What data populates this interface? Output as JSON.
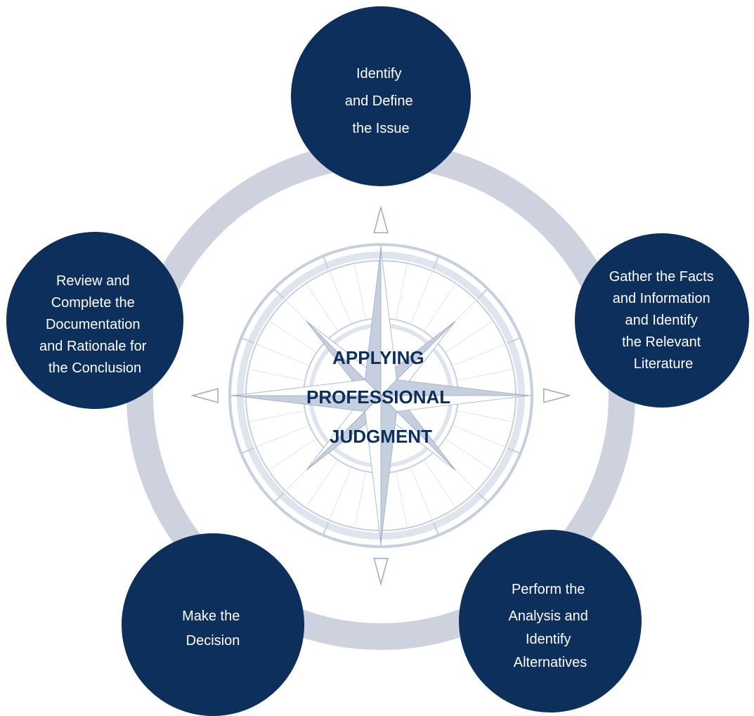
{
  "diagram": {
    "center_title_lines": [
      "APPLYING",
      "PROFESSIONAL",
      "JUDGMENT"
    ],
    "steps": [
      {
        "name": "step-identify-issue",
        "lines": [
          "Identify",
          "and Define",
          "the Issue"
        ]
      },
      {
        "name": "step-gather-facts",
        "lines": [
          "Gather the Facts",
          "and Information",
          "and Identify",
          "the Relevant",
          "Literature"
        ]
      },
      {
        "name": "step-perform-analysis",
        "lines": [
          "Perform the",
          "Analysis and",
          "Identify",
          "Alternatives"
        ]
      },
      {
        "name": "step-make-decision",
        "lines": [
          "Make the",
          "Decision"
        ]
      },
      {
        "name": "step-review-documentation",
        "lines": [
          "Review and",
          "Complete the",
          "Documentation",
          "and Rationale for",
          "the Conclusion"
        ]
      }
    ],
    "colors": {
      "node_fill": "#0d2f5c",
      "ring": "#cdd2de",
      "compass_light": "#dfe5ee",
      "compass_mid": "#c5cfde",
      "compass_dark": "#9aabc4",
      "center_text": "#0d2f5c",
      "node_text": "#ffffff"
    }
  }
}
